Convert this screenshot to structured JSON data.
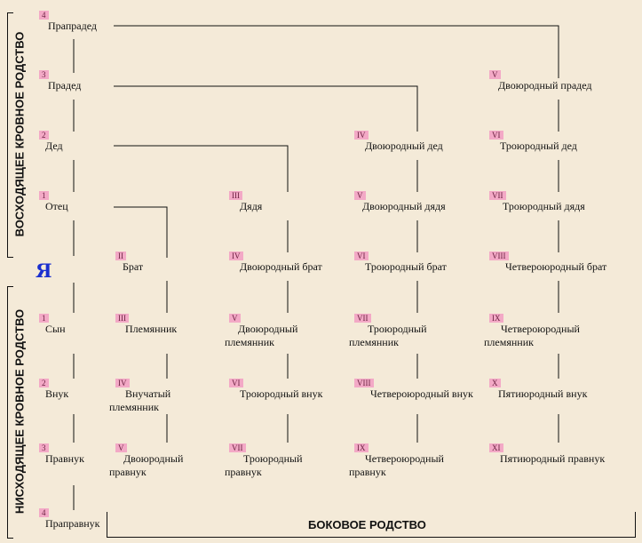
{
  "titles": {
    "ascending": "ВОСХОДЯЩЕЕ КРОВНОЕ РОДСТВО",
    "descending": "НИСХОДЯЩЕЕ КРОВНОЕ РОДСТВО",
    "lateral": "БОКОВОЕ РОДСТВО",
    "ego": "Я"
  },
  "nodes": {
    "praprаded": {
      "badge": "4",
      "label": "Прапрадед"
    },
    "praded": {
      "badge": "3",
      "label": "Прадед"
    },
    "ded": {
      "badge": "2",
      "label": "Дед"
    },
    "otec": {
      "badge": "1",
      "label": "Отец"
    },
    "dvoyurodny_praded": {
      "badge": "V",
      "label": "Двоюродный прадед"
    },
    "dvoyurodny_ded": {
      "badge": "IV",
      "label": "Двоюродный дед"
    },
    "troyurodny_ded": {
      "badge": "VI",
      "label": "Троюродный дед"
    },
    "dyadya": {
      "badge": "III",
      "label": "Дядя"
    },
    "dvoyurodny_dyadya": {
      "badge": "V",
      "label": "Двоюродный дядя"
    },
    "troyurodny_dyadya": {
      "badge": "VII",
      "label": "Троюродный дядя"
    },
    "brat": {
      "badge": "II",
      "label": "Брат"
    },
    "dvoyurodny_brat": {
      "badge": "IV",
      "label": "Двоюродный брат"
    },
    "troyurodny_brat": {
      "badge": "VI",
      "label": "Троюродный брат"
    },
    "chetveroyurodny_brat": {
      "badge": "VIII",
      "label": "Четвероюродный брат"
    },
    "syn": {
      "badge": "1",
      "label": "Сын"
    },
    "plemyannik": {
      "badge": "III",
      "label": "Племянник"
    },
    "dvoyurodny_plemyannik": {
      "badge": "V",
      "label1": "Двоюродный",
      "label2": "племянник"
    },
    "troyurodny_plemyannik": {
      "badge": "VII",
      "label1": "Троюродный",
      "label2": "племянник"
    },
    "chetveroyurodny_plemyannik": {
      "badge": "IX",
      "label1": "Четвероюродный",
      "label2": "племянник"
    },
    "vnuk": {
      "badge": "2",
      "label": "Внук"
    },
    "vnuchaty_plemyannik": {
      "badge": "IV",
      "label1": "Внучатый",
      "label2": "племянник"
    },
    "troyurodny_vnuk": {
      "badge": "VI",
      "label": "Троюродный внук"
    },
    "chetveroyurodny_vnuk": {
      "badge": "VIII",
      "label": "Четвероюродный внук"
    },
    "pyatiyurodny_vnuk": {
      "badge": "X",
      "label": "Пятиюродный внук"
    },
    "pravnuk": {
      "badge": "3",
      "label": "Правнук"
    },
    "dvoyurodny_pravnuk": {
      "badge": "V",
      "label1": "Двоюродный",
      "label2": "правнук"
    },
    "troyurodny_pravnuk": {
      "badge": "VII",
      "label1": "Троюродный",
      "label2": "правнук"
    },
    "chetveroyurodny_pravnuk": {
      "badge": "IX",
      "label1": "Четвероюродный",
      "label2": "правнук"
    },
    "pyatiyurodny_pravnuk": {
      "badge": "XI",
      "label": "Пятиюродный правнук"
    },
    "prapravnuk": {
      "badge": "4",
      "label": "Праправнук"
    }
  }
}
